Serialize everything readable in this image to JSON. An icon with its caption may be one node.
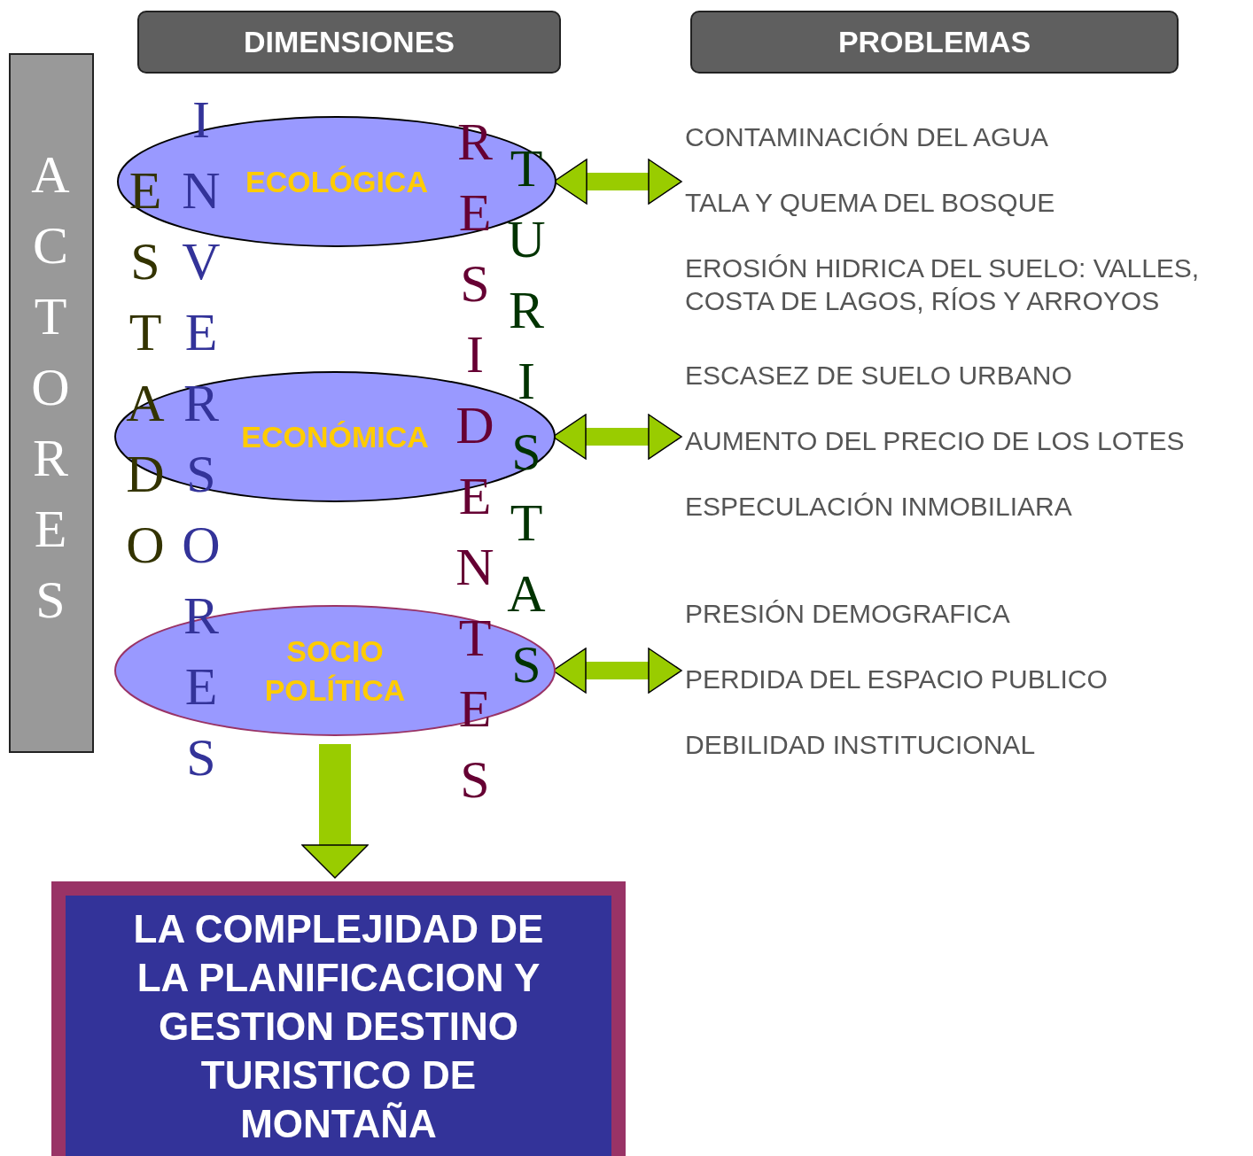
{
  "diagram": {
    "nodes": [
      {
        "text": [
          "DIMENSIONES"
        ]
      },
      {
        "text": [
          "PROBLEMAS"
        ]
      },
      {
        "text": [
          "ACTORES"
        ]
      },
      {
        "text": [
          "ECOLÓGICA"
        ]
      },
      {
        "text": [
          "ECONÓMICA"
        ]
      },
      {
        "text": [
          "SOCIO POLÍTICA"
        ]
      },
      {
        "text": [
          "CONTAMINACIÓN DEL AGUA",
          "TALA Y QUEMA DEL BOSQUE",
          "EROSIÓN HIDRICA DEL SUELO: VALLES, COSTA DE LAGOS, RÍOS Y ARROYOS"
        ]
      },
      {
        "text": [
          "ESCASEZ DE SUELO URBANO",
          "AUMENTO DEL PRECIO DE LOS LOTES",
          "ESPECULACIÓN INMOBILIARA"
        ]
      },
      {
        "text": [
          "PRESIÓN DEMOGRAFICA",
          "PERDIDA DEL ESPACIO PUBLICO",
          "DEBILIDAD INSTITUCIONAL"
        ]
      },
      {
        "text": [
          "LA COMPLEJIDAD DE LA PLANIFICACION Y GESTION DESTINO TURISTICO DE MONTAÑA"
        ]
      }
    ],
    "edges": [
      {
        "from": 3,
        "to": 6,
        "arrow": "both"
      },
      {
        "from": 4,
        "to": 7,
        "arrow": "both"
      },
      {
        "from": 5,
        "to": 8,
        "arrow": "both"
      },
      {
        "from": 5,
        "to": 9,
        "arrow": "to",
        "style": "thick"
      }
    ],
    "labels": [
      "ESTADO",
      "INVERSORES",
      "RESIDENTES",
      "TURISTAS"
    ]
  }
}
